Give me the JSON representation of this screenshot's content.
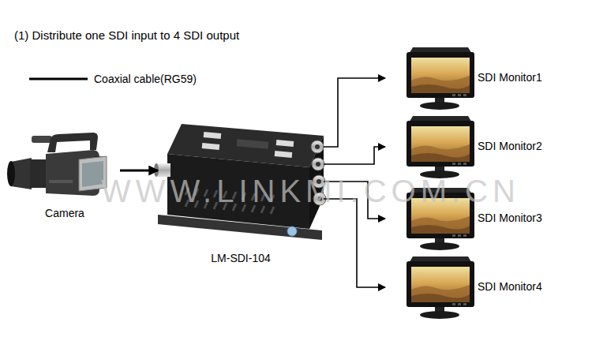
{
  "diagram": {
    "title": "(1) Distribute one SDI input to 4 SDI output",
    "nodes": [
      {
        "text": [
          "Camera"
        ]
      },
      {
        "text": [
          "LM-SDI-104"
        ]
      },
      {
        "text": [
          "SDI Monitor1"
        ]
      },
      {
        "text": [
          "SDI Monitor2"
        ]
      },
      {
        "text": [
          "SDI Monitor3"
        ]
      },
      {
        "text": [
          "SDI Monitor4"
        ]
      }
    ],
    "edges": [
      {
        "from": 0,
        "to": 1,
        "arrow": "to"
      },
      {
        "from": 1,
        "to": 2,
        "arrow": "to"
      },
      {
        "from": 1,
        "to": 3,
        "arrow": "to"
      },
      {
        "from": 1,
        "to": 4,
        "arrow": "to"
      },
      {
        "from": 1,
        "to": 5,
        "arrow": "to"
      }
    ],
    "labels": [
      "WWW.LINKMI.COM.CN"
    ],
    "legend": [
      {
        "text": "Coaxial cable(RG59)"
      }
    ]
  }
}
